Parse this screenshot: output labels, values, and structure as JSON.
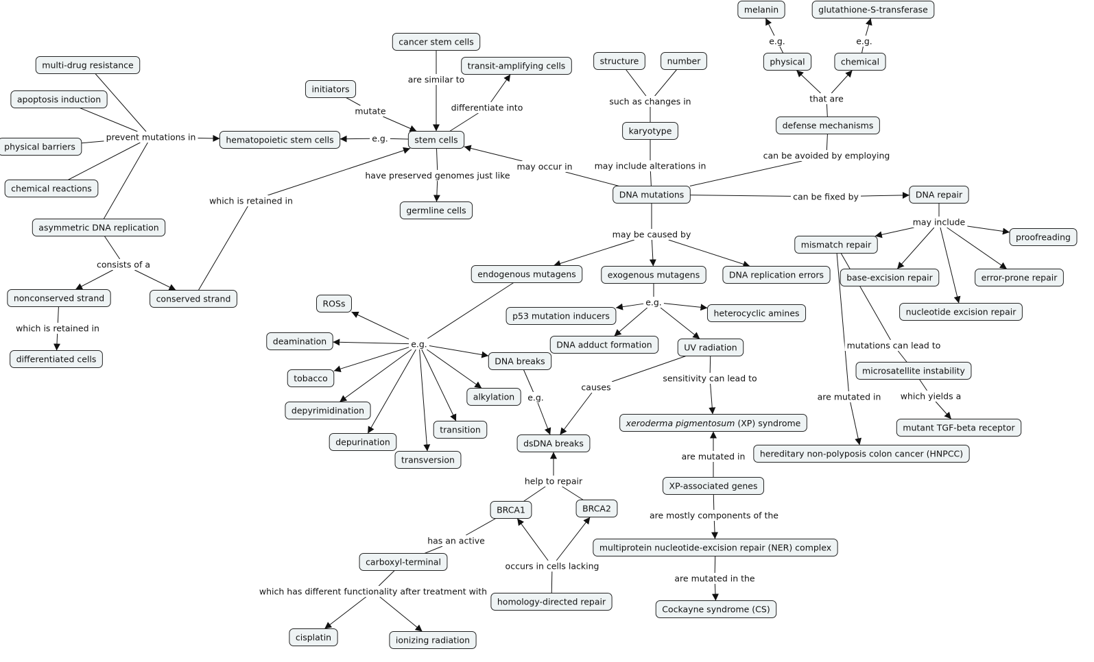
{
  "concepts": {
    "melanin": "melanin",
    "gst": "glutathione-S-transferase",
    "mdr": "multi-drug resistance",
    "cancer_stem": "cancer stem cells",
    "transit_amp": "transit-amplifying cells",
    "structure": "structure",
    "number": "number",
    "physical": "physical",
    "chemical": "chemical",
    "apoptosis": "apoptosis induction",
    "initiators": "initiators",
    "karyotype": "karyotype",
    "defense": "defense mechanisms",
    "hsc": "hematopoietic stem cells",
    "stem_cells": "stem cells",
    "phys_barriers": "physical barriers",
    "chem_reactions": "chemical reactions",
    "dna_mutations": "DNA mutations",
    "dna_repair": "DNA repair",
    "germline": "germline cells",
    "asym_repl": "asymmetric DNA replication",
    "proofreading": "proofreading",
    "mismatch": "mismatch repair",
    "endogenous": "endogenous mutagens",
    "exogenous": "exogenous mutagens",
    "repl_errors": "DNA replication errors",
    "nonconserved": "nonconserved strand",
    "conserved": "conserved strand",
    "ber": "base-excision repair",
    "error_prone": "error-prone repair",
    "ros": "ROSs",
    "p53": "p53 mutation inducers",
    "het_amines": "heterocyclic amines",
    "ner": "nucleotide excision repair",
    "deamination": "deamination",
    "adduct": "DNA adduct formation",
    "uv": "UV radiation",
    "differentiated": "differentiated cells",
    "dna_breaks": "DNA breaks",
    "microsat": "microsatellite instability",
    "tobacco": "tobacco",
    "alkylation": "alkylation",
    "depyrim": "depyrimidination",
    "xp_italic": "xeroderma pigmentosum",
    "xp_rest": "(XP) syndrome",
    "tgf": "mutant TGF-beta receptor",
    "transition": "transition",
    "depurination": "depurination",
    "dsdna": "dsDNA breaks",
    "hnpcc": "hereditary non-polyposis colon cancer (HNPCC)",
    "transversion": "transversion",
    "xp_genes": "XP-associated genes",
    "brca1": "BRCA1",
    "brca2": "BRCA2",
    "ner_complex": "multiprotein nucleotide-excision repair (NER) complex",
    "carboxyl": "carboxyl-terminal",
    "hdr": "homology-directed repair",
    "cockayne": "Cockayne syndrome (CS)",
    "cisplatin": "cisplatin",
    "ionizing": "ionizing radiation"
  },
  "links": {
    "eg_melanin": "e.g.",
    "eg_gst": "e.g.",
    "similar": "are similar to",
    "such_changes": "such as changes in",
    "that_are": "that are",
    "mutate": "mutate",
    "diff_into": "differentiate into",
    "prevent": "prevent mutations in",
    "eg_hsc": "e.g.",
    "avoided": "can be avoided by employing",
    "may_occur": "may occur in",
    "may_include_alt": "may include alterations in",
    "preserved": "have preserved genomes just like",
    "retained_cons": "which is retained in",
    "fixed": "can be fixed by",
    "may_include": "may include",
    "caused_by": "may be caused by",
    "consists": "consists of a",
    "eg_exo": "e.g.",
    "retained_non": "which is retained in",
    "eg_endo": "e.g.",
    "mut_lead": "mutations can lead to",
    "causes": "causes",
    "sensitivity": "sensitivity can lead to",
    "eg_breaks": "e.g.",
    "yields": "which yields a",
    "mutated_in_hnpcc": "are mutated in",
    "xp_mutated": "are mutated in",
    "help_repair": "help to repair",
    "components": "are mostly components of the",
    "active": "has an active",
    "occurs": "occurs in cells lacking",
    "mutated_in_the": "are mutated in the",
    "different_func": "which has different functionality after treatment with"
  }
}
